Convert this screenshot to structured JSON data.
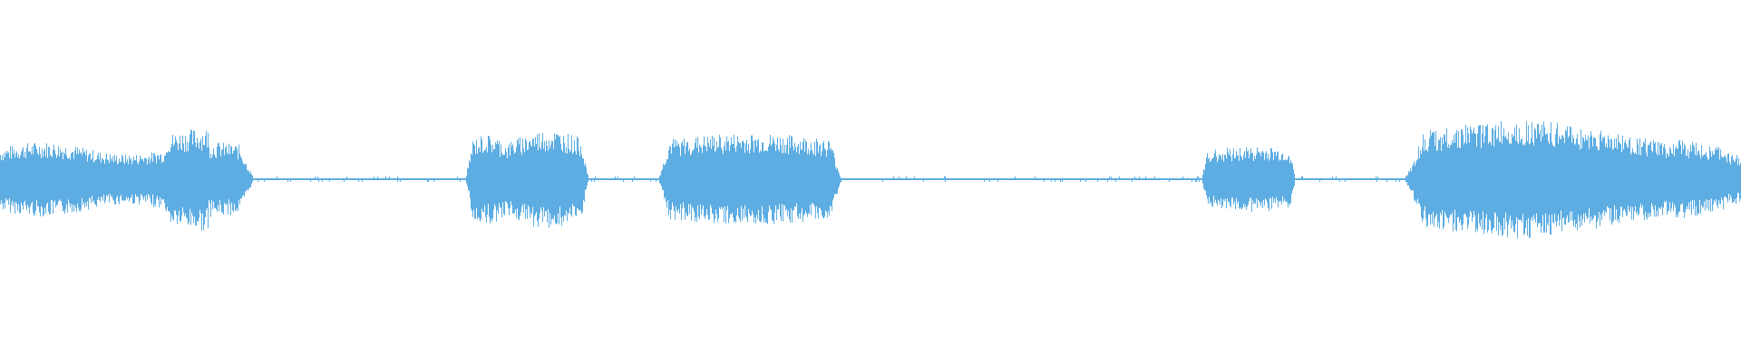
{
  "waveform": {
    "color": "#5dade2",
    "segments": [
      {
        "start": 0.0,
        "end": 0.146,
        "level": 0.42,
        "shape": "plateau-hump"
      },
      {
        "start": 0.267,
        "end": 0.338,
        "level": 0.5,
        "shape": "double-hump"
      },
      {
        "start": 0.378,
        "end": 0.483,
        "level": 0.46,
        "shape": "plateau"
      },
      {
        "start": 0.69,
        "end": 0.744,
        "level": 0.33,
        "shape": "plateau"
      },
      {
        "start": 0.806,
        "end": 1.0,
        "level": 0.6,
        "shape": "swell-decay"
      }
    ],
    "silence_level": 0.03
  }
}
